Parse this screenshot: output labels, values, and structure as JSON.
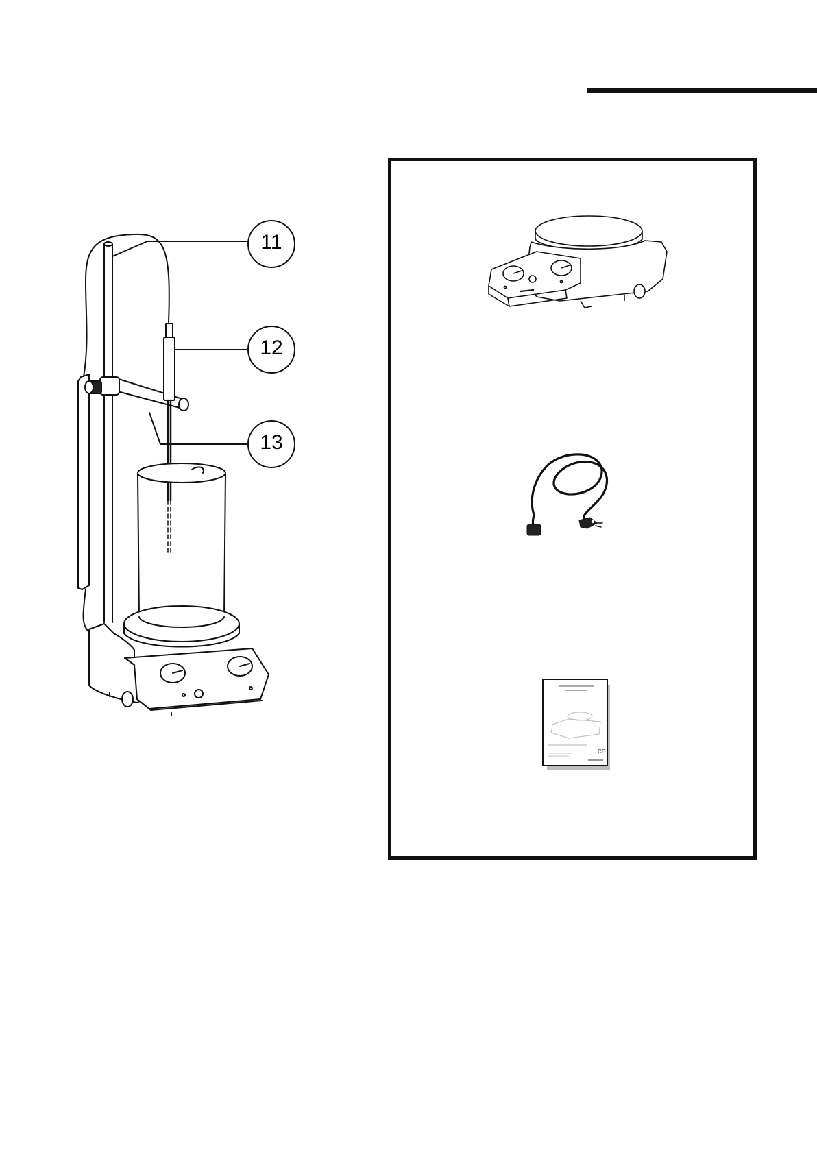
{
  "callouts": [
    {
      "id": "11",
      "label": "11"
    },
    {
      "id": "12",
      "label": "12"
    },
    {
      "id": "13",
      "label": "13"
    }
  ],
  "contents": {
    "manual": {
      "mark": "CE"
    }
  }
}
